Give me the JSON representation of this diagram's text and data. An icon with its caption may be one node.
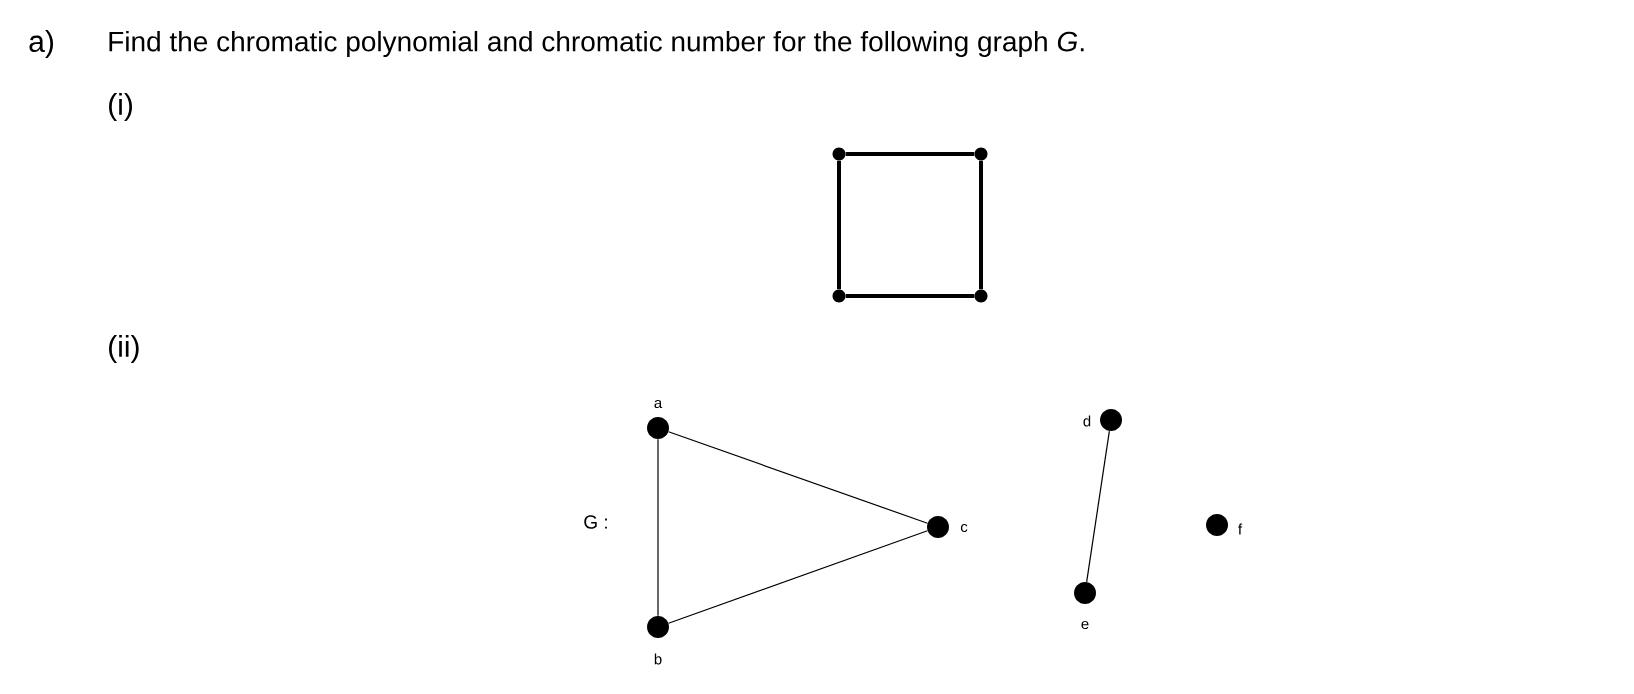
{
  "diagram": {
    "title": "Find the chromatic polynomial and chromatic number for the following graph *G*.",
    "nodes": [
      {
        "text": [],
        "shape": "circle"
      },
      {
        "text": [],
        "shape": "circle"
      },
      {
        "text": [],
        "shape": "circle"
      },
      {
        "text": [],
        "shape": "circle"
      },
      {
        "text": [],
        "shape": "circle",
        "beside": [
          "a"
        ]
      },
      {
        "text": [],
        "shape": "circle",
        "beside": [
          "b"
        ]
      },
      {
        "text": [],
        "shape": "circle",
        "beside": [
          "c"
        ]
      },
      {
        "text": [],
        "shape": "circle",
        "beside": [
          "d"
        ]
      },
      {
        "text": [],
        "shape": "circle",
        "beside": [
          "e"
        ]
      },
      {
        "text": [],
        "shape": "circle",
        "beside": [
          "f"
        ]
      }
    ],
    "edges": [
      {
        "from": 0,
        "to": 1,
        "arrow": "none",
        "style": "thick"
      },
      {
        "from": 1,
        "to": 3,
        "arrow": "none",
        "style": "thick"
      },
      {
        "from": 3,
        "to": 2,
        "arrow": "none",
        "style": "thick"
      },
      {
        "from": 2,
        "to": 0,
        "arrow": "none",
        "style": "thick"
      },
      {
        "from": 4,
        "to": 5,
        "arrow": "none"
      },
      {
        "from": 4,
        "to": 6,
        "arrow": "none"
      },
      {
        "from": 5,
        "to": 6,
        "arrow": "none"
      },
      {
        "from": 7,
        "to": 8,
        "arrow": "none"
      }
    ],
    "labels": [
      "a)",
      "(i)",
      "(ii)",
      "G :"
    ]
  }
}
